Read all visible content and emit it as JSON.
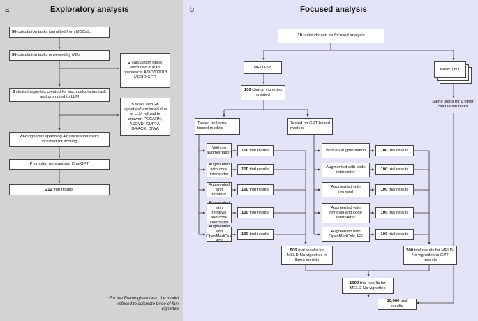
{
  "panel_a": {
    "letter": "a",
    "title": "Exploratory analysis",
    "boxes": {
      "identified": {
        "num": "50",
        "text": " calculation tasks identified from MDCalc"
      },
      "reviewed": {
        "num": "50",
        "text": " calculation tasks reviewed by MDs"
      },
      "excluded_obsolete": {
        "num": "2",
        "text": " calculation tasks excluded due to obsolesce: ASCVD2013 MDRD GFR"
      },
      "vignettes_created": {
        "num": "5",
        "text": " clinical vignettes created for each calculation task and prompted to LLM"
      },
      "excluded_refusal": {
        "num1": "5",
        "text1": " tasks with ",
        "num2": "28",
        "text2": " vignettes* excluded due to LLM refusal to answer: PECARN, ASCVD, GUPTA, GRACE, CIWA"
      },
      "spanning": {
        "num1": "212",
        "text1": " vignettes spanning ",
        "num2": "42",
        "text2": " calculation tasks included for scoring"
      },
      "prompted": {
        "text": "Prompted on standard ChatGPT"
      },
      "results": {
        "num": "212",
        "text": " trial results"
      }
    },
    "footnote": "* For the Framingham task, the model refused to calculate three of five vignettes"
  },
  "panel_b": {
    "letter": "b",
    "title": "Focused analysis",
    "top": {
      "num": "10",
      "text": " tasks chosen for focused analysis"
    },
    "meld": "MELD-Na",
    "wells": "Wells' DVT",
    "clinical": {
      "num": "100",
      "text": " clinical vignettes created"
    },
    "same_steps": "Same steps for 9 other calculation tasks",
    "llama": "Tested on llama-based models",
    "gpt": "Tested on GPT-based models",
    "methods": [
      "With no augmentation",
      "Augmented with code interpreter",
      "Augmented with retrieval",
      "Augmented with retrieval and code interpreter",
      "Augmented with OpenMedCalc API"
    ],
    "trial": {
      "num": "100",
      "text": " trial results"
    },
    "llama_sum": {
      "num": "500",
      "text": " trial results for MELD-Na vignettes in llama models"
    },
    "gpt_sum": {
      "num": "500",
      "text": " trial results for MELD-Na vignettes in GPT models"
    },
    "meld_sum": {
      "num": "1000",
      "text": " trial results for MELD-Na vignettes"
    },
    "final": {
      "num": "10,000",
      "text": " trial results"
    }
  }
}
